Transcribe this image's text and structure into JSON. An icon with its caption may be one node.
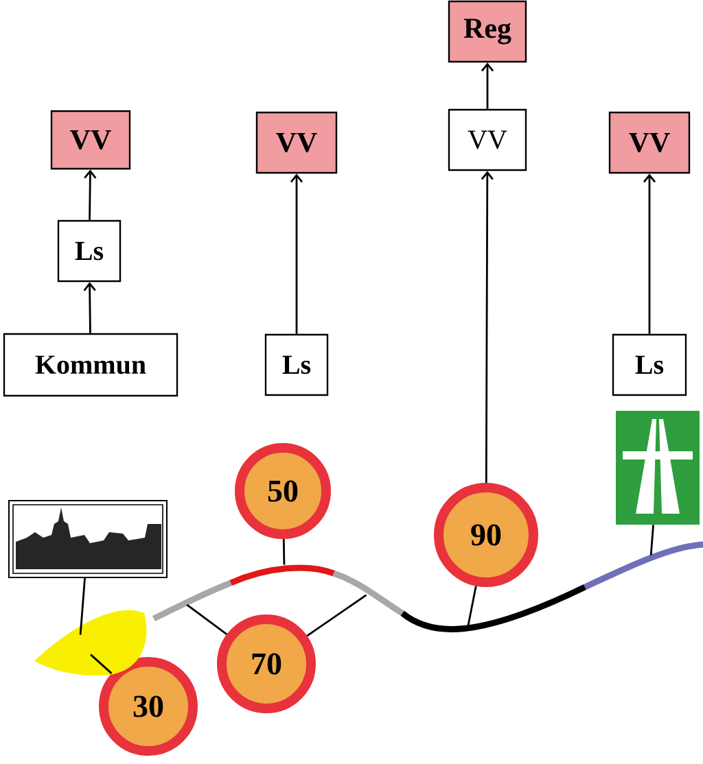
{
  "diagram": {
    "nodes": [
      {
        "text": [
          "Reg"
        ]
      },
      {
        "text": [
          "VV"
        ]
      },
      {
        "text": [
          "VV"
        ]
      },
      {
        "text": [
          "Ls"
        ]
      },
      {
        "text": [
          "Kommun"
        ]
      },
      {
        "text": [
          "VV"
        ]
      },
      {
        "text": [
          "Ls"
        ]
      },
      {
        "text": [
          "VV"
        ]
      },
      {
        "text": [
          "Ls"
        ]
      },
      {
        "text": [],
        "shape": "picture"
      },
      {
        "text": [
          "50"
        ]
      },
      {
        "text": [
          "90"
        ]
      },
      {
        "text": [],
        "shape": "picture"
      },
      {
        "text": [
          "70"
        ]
      },
      {
        "text": [
          "30"
        ]
      },
      {
        "text": [],
        "shape": "blob"
      },
      {
        "text": [],
        "shape": "road"
      },
      {
        "text": [],
        "shape": "road"
      },
      {
        "text": [],
        "shape": "road"
      },
      {
        "text": [],
        "shape": "road"
      },
      {
        "text": [],
        "shape": "road"
      }
    ],
    "edges": [
      {
        "from": 4,
        "to": 3,
        "arrow": "to"
      },
      {
        "from": 3,
        "to": 2,
        "arrow": "to"
      },
      {
        "from": 6,
        "to": 5,
        "arrow": "to"
      },
      {
        "from": 11,
        "to": 1,
        "arrow": "to"
      },
      {
        "from": 1,
        "to": 0,
        "arrow": "to"
      },
      {
        "from": 8,
        "to": 7,
        "arrow": "to"
      },
      {
        "from": 9,
        "to": 15,
        "arrow": "none"
      },
      {
        "from": 14,
        "to": 15,
        "arrow": "none"
      },
      {
        "from": 10,
        "to": 17,
        "arrow": "none"
      },
      {
        "from": 13,
        "to": 16,
        "arrow": "none"
      },
      {
        "from": 13,
        "to": 18,
        "arrow": "none"
      },
      {
        "from": 11,
        "to": 19,
        "arrow": "none"
      },
      {
        "from": 12,
        "to": 20,
        "arrow": "none"
      }
    ]
  }
}
